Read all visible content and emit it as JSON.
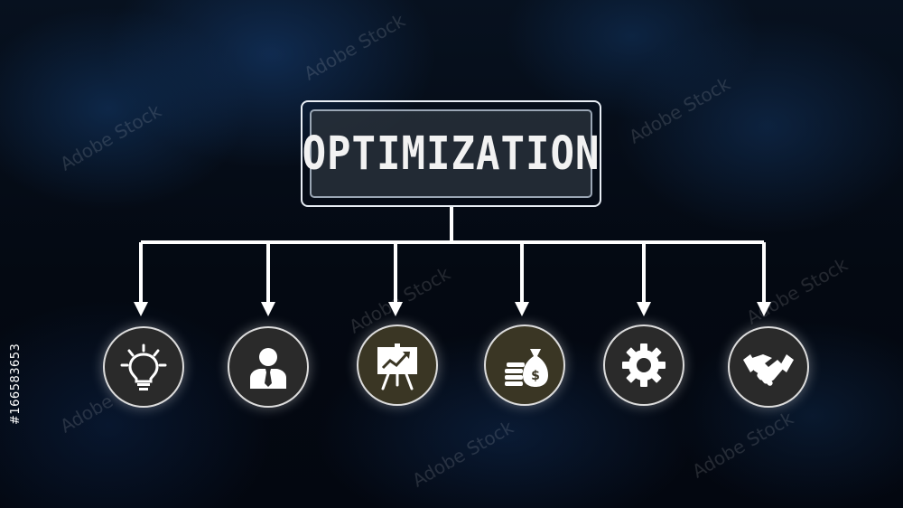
{
  "title": "OPTIMIZATION",
  "watermark": "Adobe Stock",
  "stock_id": "#166583653",
  "colors": {
    "line": "#ffffff",
    "node_dark": "#2a2a2a",
    "node_olive": "#3a3624"
  },
  "nodes": [
    {
      "icon": "lightbulb-icon"
    },
    {
      "icon": "businessman-icon"
    },
    {
      "icon": "presentation-chart-icon"
    },
    {
      "icon": "money-bag-icon"
    },
    {
      "icon": "gear-icon"
    },
    {
      "icon": "handshake-icon"
    }
  ]
}
